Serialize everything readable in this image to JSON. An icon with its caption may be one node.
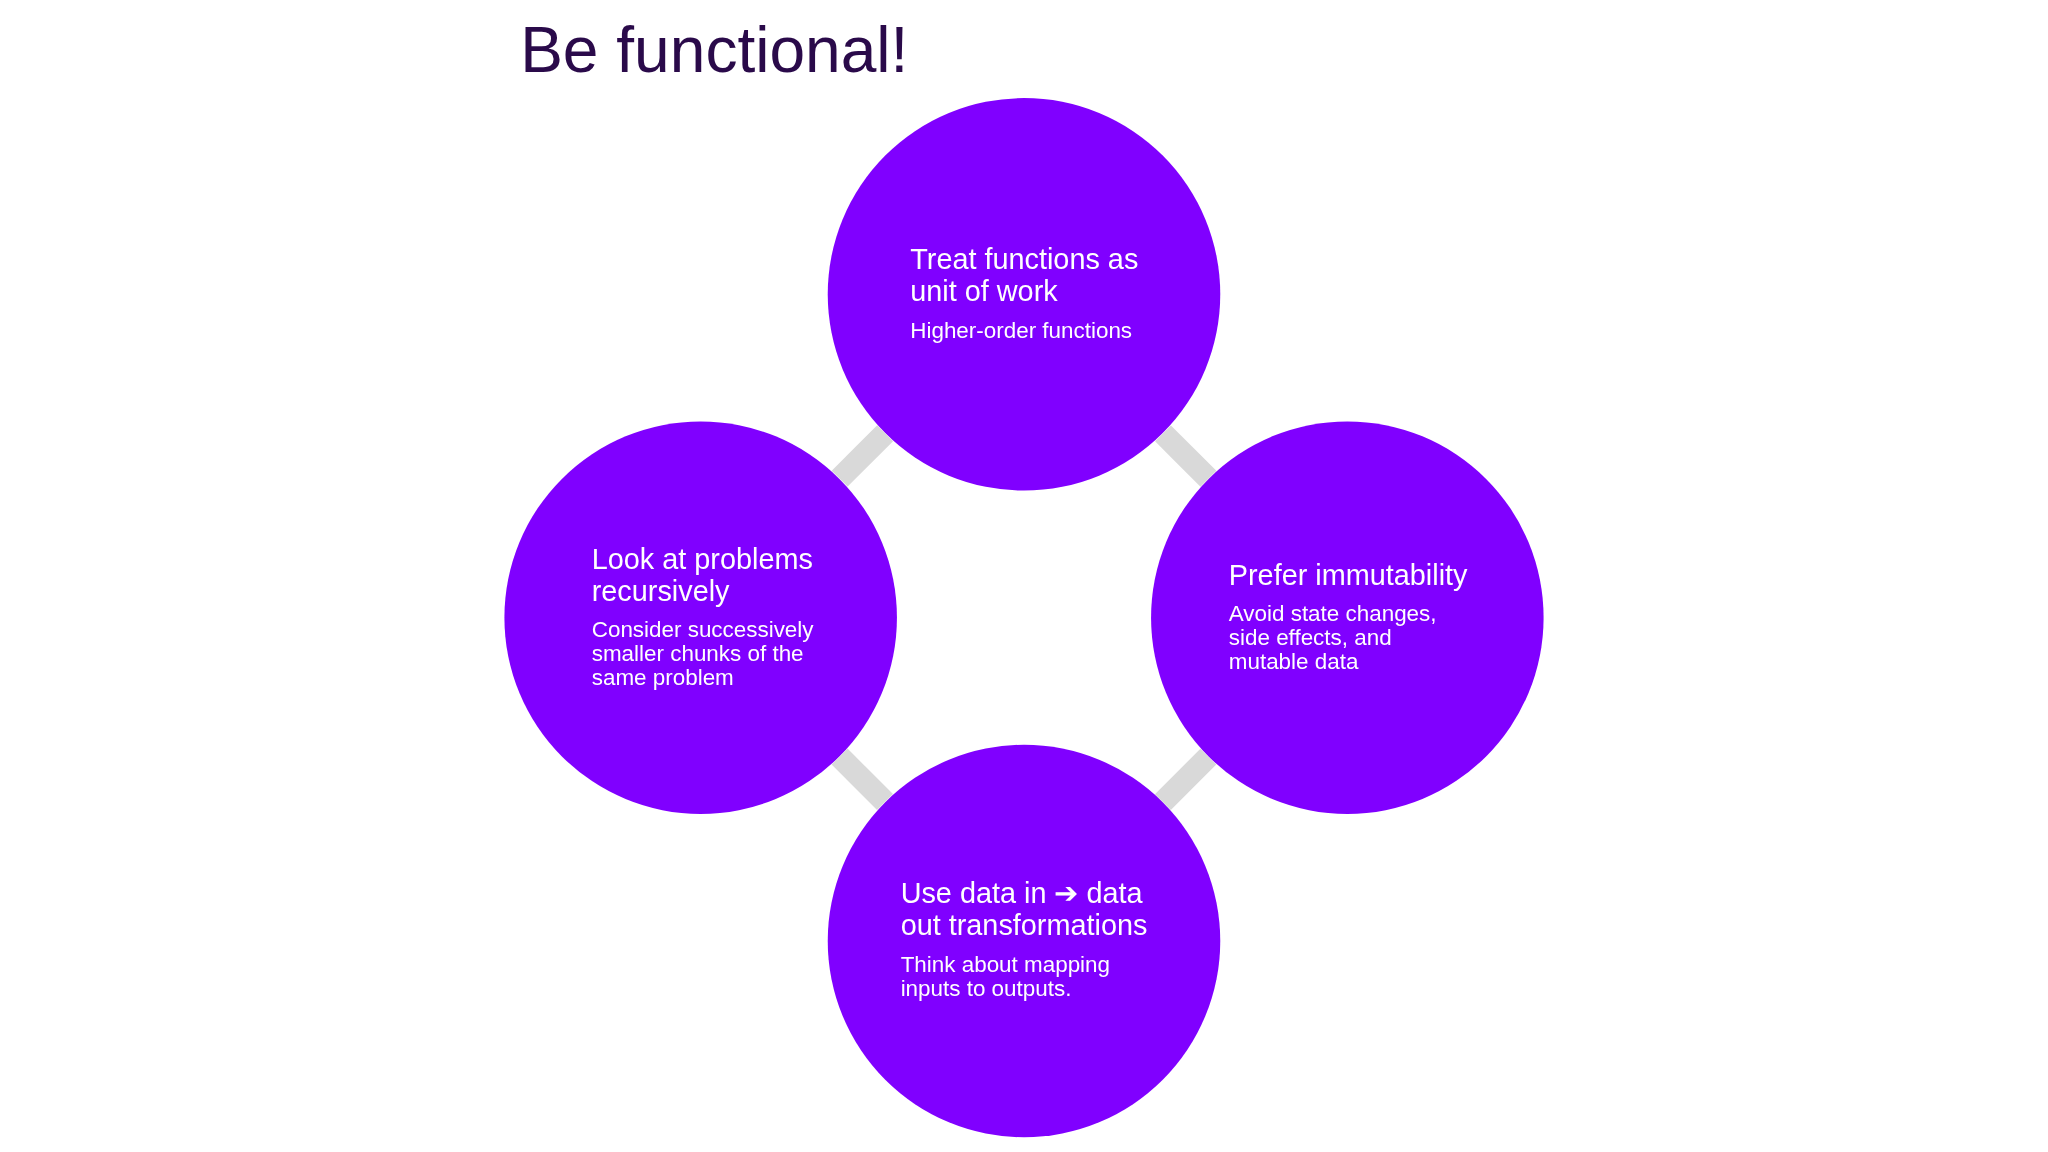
{
  "diagram": {
    "title": "Be functional!",
    "nodes": [
      {
        "text": [
          "Use data in ➔ data out transformations",
          "Think about mapping inputs to outputs."
        ]
      },
      {
        "text": [
          "Prefer immutability",
          "Avoid state changes, side effects, and mutable data"
        ]
      },
      {
        "text": [
          "Look at problems recursively",
          "Consider successively smaller chunks of the same problem"
        ]
      },
      {
        "text": [
          "Treat functions as unit of work",
          "Higher-order functions"
        ]
      }
    ],
    "edges": [
      {
        "from": 0,
        "to": 2,
        "arrow": "none"
      },
      {
        "from": 2,
        "to": 3,
        "arrow": "none"
      },
      {
        "from": 3,
        "to": 1,
        "arrow": "none"
      },
      {
        "from": 1,
        "to": 0,
        "arrow": "none"
      }
    ]
  }
}
